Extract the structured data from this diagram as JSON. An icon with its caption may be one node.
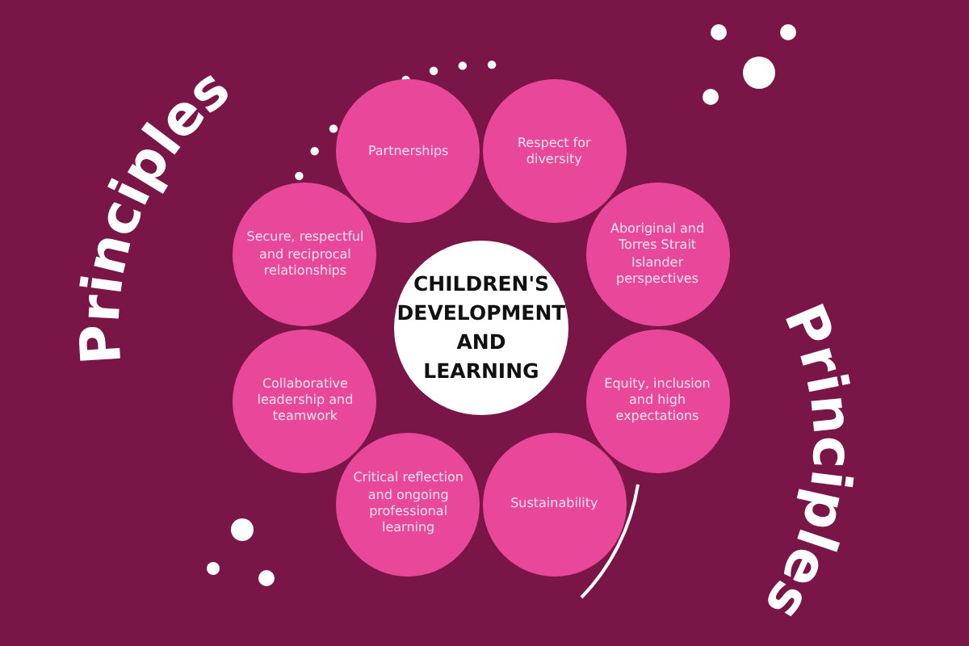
{
  "diagram": {
    "nodes": [
      {
        "text": [
          "CHILDREN'S DEVELOPMENT AND LEARNING"
        ]
      },
      {
        "text": [
          "Partnerships"
        ]
      },
      {
        "text": [
          "Respect for diversity"
        ]
      },
      {
        "text": [
          "Secure, respectful and reciprocal relationships"
        ]
      },
      {
        "text": [
          "Aboriginal and Torres Strait Islander perspectives"
        ]
      },
      {
        "text": [
          "Collaborative leadership and teamwork"
        ]
      },
      {
        "text": [
          "Equity, inclusion and high expectations"
        ]
      },
      {
        "text": [
          "Critical reflection and ongoing professional learning"
        ]
      },
      {
        "text": [
          "Sustainability"
        ]
      }
    ],
    "edges": [],
    "labels": [
      "Principles",
      "Principles"
    ]
  }
}
